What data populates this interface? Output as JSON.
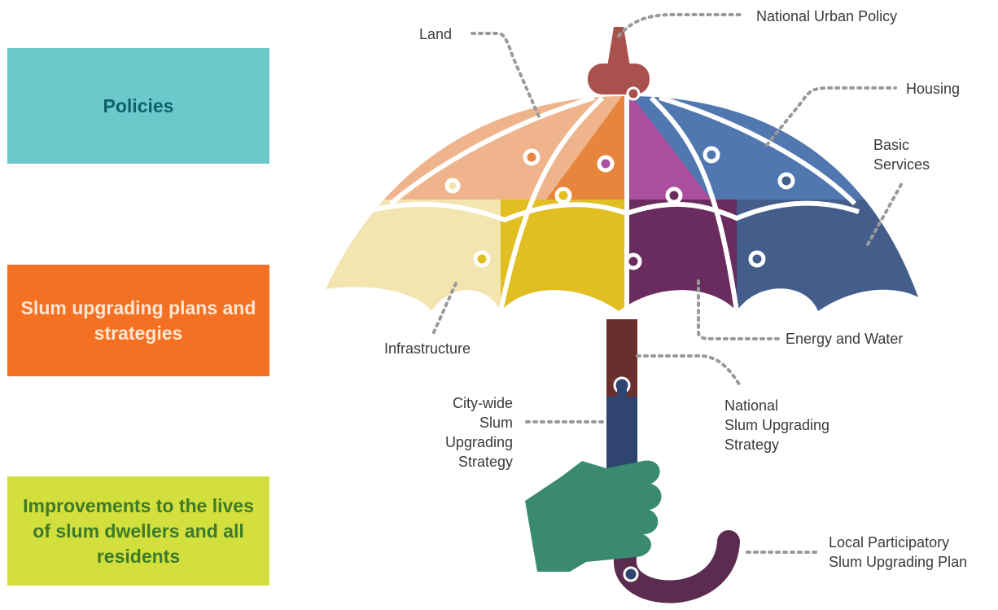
{
  "boxes": {
    "policies": "Policies",
    "plans": "Slum upgrading plans and strategies",
    "improvements": "Improvements to the lives of slum dwellers and all residents"
  },
  "labels": {
    "national_urban_policy": "National Urban Policy",
    "land": "Land",
    "housing": "Housing",
    "basic_services": "Basic\nServices",
    "infrastructure": "Infrastructure",
    "energy_water": "Energy and Water",
    "national_sus": "National\nSlum Upgrading\nStrategy",
    "citywide_sus": "City-wide\nSlum Upgrading\nStrategy",
    "local_plan": "Local Participatory\nSlum Upgrading Plan"
  },
  "colors": {
    "policies_box": "#6cc9cb",
    "plans_box": "#f47123",
    "improvements_box": "#d2df3c",
    "land": "#efb48c",
    "land_inner": "#e8853d",
    "housing_inner": "#ab4e9e",
    "housing": "#5077b0",
    "infrastructure": "#f2e5b0",
    "infrastructure_inner": "#e1bf22",
    "energy_water": "#6a2c5f",
    "basic_services": "#435e8b",
    "tip": "#a9514d",
    "hand": "#3a8a72"
  }
}
